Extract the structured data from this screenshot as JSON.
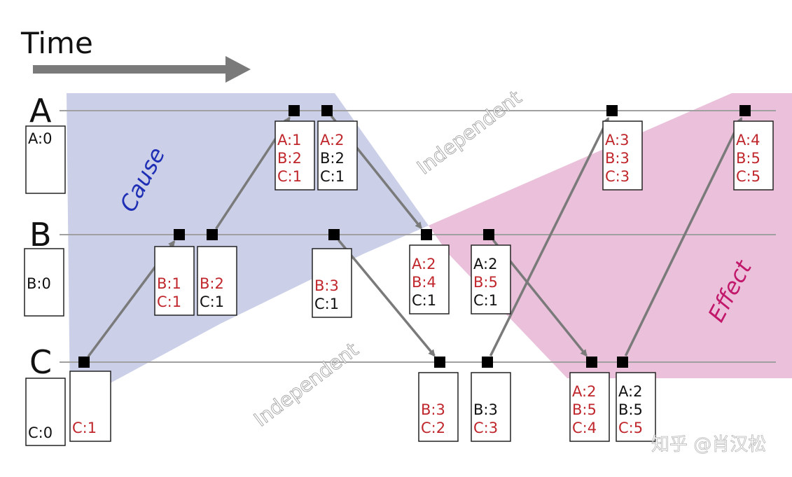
{
  "title": "Time",
  "processes": [
    "A",
    "B",
    "C"
  ],
  "initial": [
    "A:0",
    "B:0",
    "C:0"
  ],
  "region_labels": {
    "cause": "Cause",
    "effect": "Effect",
    "independent_top": "Independent",
    "independent_bottom": "Independent"
  },
  "colors": {
    "cause": "#c5cbe5",
    "effect": "#e6b5d4",
    "red_text": "#c0272d",
    "cause_label": "#1f2fb5",
    "effect_label": "#c2186b"
  },
  "events": [
    {
      "id": "c1",
      "lines": [
        {
          "t": "C:1",
          "red": true
        }
      ]
    },
    {
      "id": "b1",
      "lines": [
        {
          "t": "B:1",
          "red": true
        },
        {
          "t": "C:1",
          "red": true
        }
      ]
    },
    {
      "id": "b2",
      "lines": [
        {
          "t": "B:2",
          "red": true
        },
        {
          "t": "C:1",
          "red": false
        }
      ]
    },
    {
      "id": "a1",
      "lines": [
        {
          "t": "A:1",
          "red": true
        },
        {
          "t": "B:2",
          "red": true
        },
        {
          "t": "C:1",
          "red": true
        }
      ]
    },
    {
      "id": "a2",
      "lines": [
        {
          "t": "A:2",
          "red": true
        },
        {
          "t": "B:2",
          "red": false
        },
        {
          "t": "C:1",
          "red": false
        }
      ]
    },
    {
      "id": "b3",
      "lines": [
        {
          "t": "B:3",
          "red": true
        },
        {
          "t": "C:1",
          "red": false
        }
      ]
    },
    {
      "id": "b4",
      "lines": [
        {
          "t": "A:2",
          "red": true
        },
        {
          "t": "B:4",
          "red": true
        },
        {
          "t": "C:1",
          "red": false
        }
      ]
    },
    {
      "id": "b5",
      "lines": [
        {
          "t": "A:2",
          "red": false
        },
        {
          "t": "B:5",
          "red": true
        },
        {
          "t": "C:1",
          "red": false
        }
      ]
    },
    {
      "id": "c2",
      "lines": [
        {
          "t": "B:3",
          "red": true
        },
        {
          "t": "C:2",
          "red": true
        }
      ]
    },
    {
      "id": "c3",
      "lines": [
        {
          "t": "B:3",
          "red": false
        },
        {
          "t": "C:3",
          "red": true
        }
      ]
    },
    {
      "id": "a3",
      "lines": [
        {
          "t": "A:3",
          "red": true
        },
        {
          "t": "B:3",
          "red": true
        },
        {
          "t": "C:3",
          "red": true
        }
      ]
    },
    {
      "id": "c4",
      "lines": [
        {
          "t": "A:2",
          "red": true
        },
        {
          "t": "B:5",
          "red": true
        },
        {
          "t": "C:4",
          "red": true
        }
      ]
    },
    {
      "id": "c5",
      "lines": [
        {
          "t": "A:2",
          "red": false
        },
        {
          "t": "B:5",
          "red": false
        },
        {
          "t": "C:5",
          "red": true
        }
      ]
    },
    {
      "id": "a4",
      "lines": [
        {
          "t": "A:4",
          "red": true
        },
        {
          "t": "B:5",
          "red": true
        },
        {
          "t": "C:5",
          "red": true
        }
      ]
    }
  ],
  "messages": [
    {
      "from": "c1",
      "to": "b1"
    },
    {
      "from": "b2",
      "to": "a1"
    },
    {
      "from": "a2",
      "to": "b4"
    },
    {
      "from": "b3",
      "to": "c2"
    },
    {
      "from": "c3",
      "to": "a3"
    },
    {
      "from": "b5",
      "to": "c4"
    },
    {
      "from": "c5",
      "to": "a4"
    }
  ],
  "watermark": "知乎 @肖汉松"
}
